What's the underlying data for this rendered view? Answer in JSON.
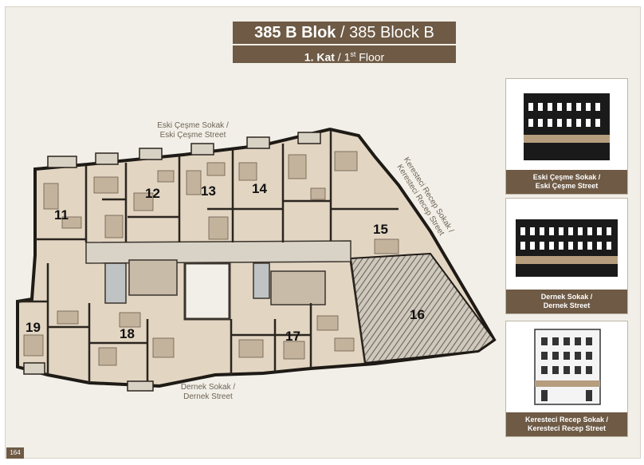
{
  "header": {
    "title_bold": "385 B Blok",
    "title_rest": " / 385 Block B",
    "floor_bold": "1. Kat",
    "floor_sep": " / 1",
    "floor_sup": "st",
    "floor_rest": " Floor"
  },
  "streets": {
    "top": {
      "line1": "Eski Çeşme Sokak /",
      "line2": "Eski Çeşme Street"
    },
    "bottom": {
      "line1": "Dernek Sokak /",
      "line2": "Dernek Street"
    },
    "diagonal": {
      "line1": "Keresteci Recep Sokak /",
      "line2": "Keresteci Recep Street"
    }
  },
  "units": [
    "11",
    "12",
    "13",
    "14",
    "15",
    "16",
    "17",
    "18",
    "19"
  ],
  "thumbnails": [
    {
      "line1": "Eski Çeşme Sokak /",
      "line2": "Eski Çeşme Street"
    },
    {
      "line1": "Dernek Sokak /",
      "line2": "Dernek Street"
    },
    {
      "line1": "Keresteci Recep Sokak /",
      "line2": "Keresteci Recep Street"
    }
  ],
  "page_number": "164",
  "colors": {
    "accent": "#6e5a45",
    "background": "#f2efe8",
    "unit_fill": "#e2d5c2",
    "corridor_fill": "#d9d2c6"
  }
}
